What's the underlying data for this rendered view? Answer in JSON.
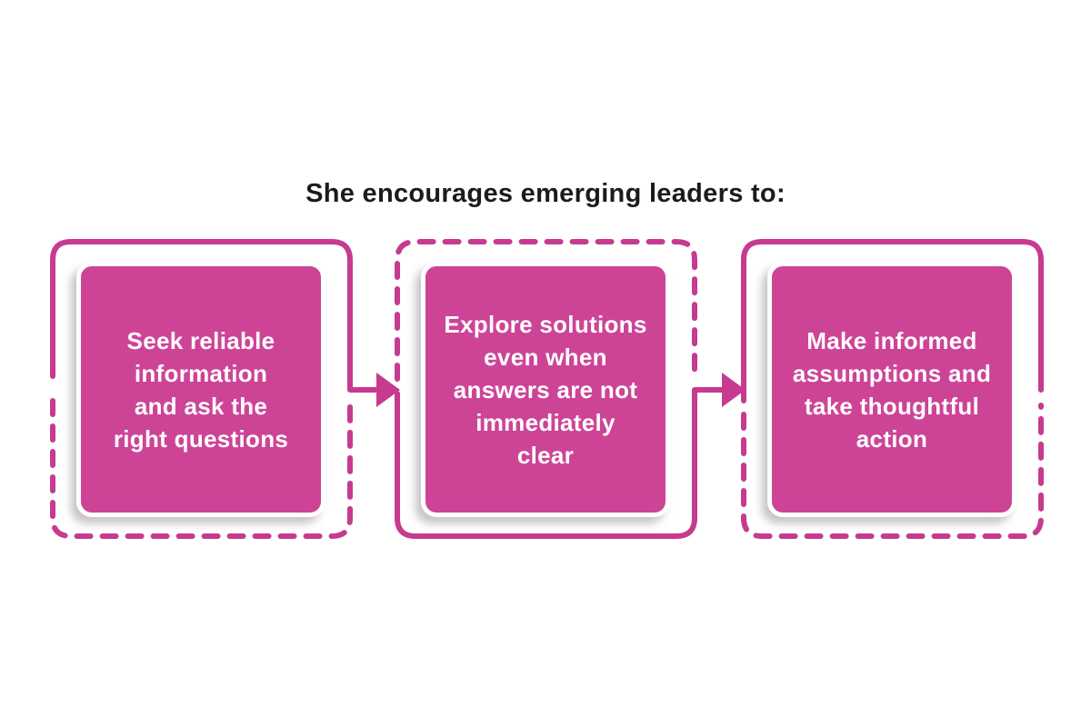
{
  "title": "She encourages emerging leaders to:",
  "steps": [
    {
      "id": 1,
      "text": "Seek reliable\ninformation\nand ask the\nright questions",
      "outline_style": "solid-top-dashed-bottom"
    },
    {
      "id": 2,
      "text": "Explore solutions\neven when\nanswers are not\nimmediately\nclear",
      "outline_style": "dashed-top-solid-bottom"
    },
    {
      "id": 3,
      "text": "Make informed\nassumptions and\ntake thoughtful\naction",
      "outline_style": "solid-top-dashed-bottom"
    }
  ],
  "connectors": [
    {
      "from": 1,
      "to": 2,
      "direction": "right"
    },
    {
      "from": 2,
      "to": 3,
      "direction": "right"
    }
  ],
  "colors": {
    "accent": "#c63a90",
    "card_fill": "#cd4497",
    "text_on_card": "#ffffff",
    "title_text": "#1b1b1b",
    "background": "#ffffff"
  }
}
